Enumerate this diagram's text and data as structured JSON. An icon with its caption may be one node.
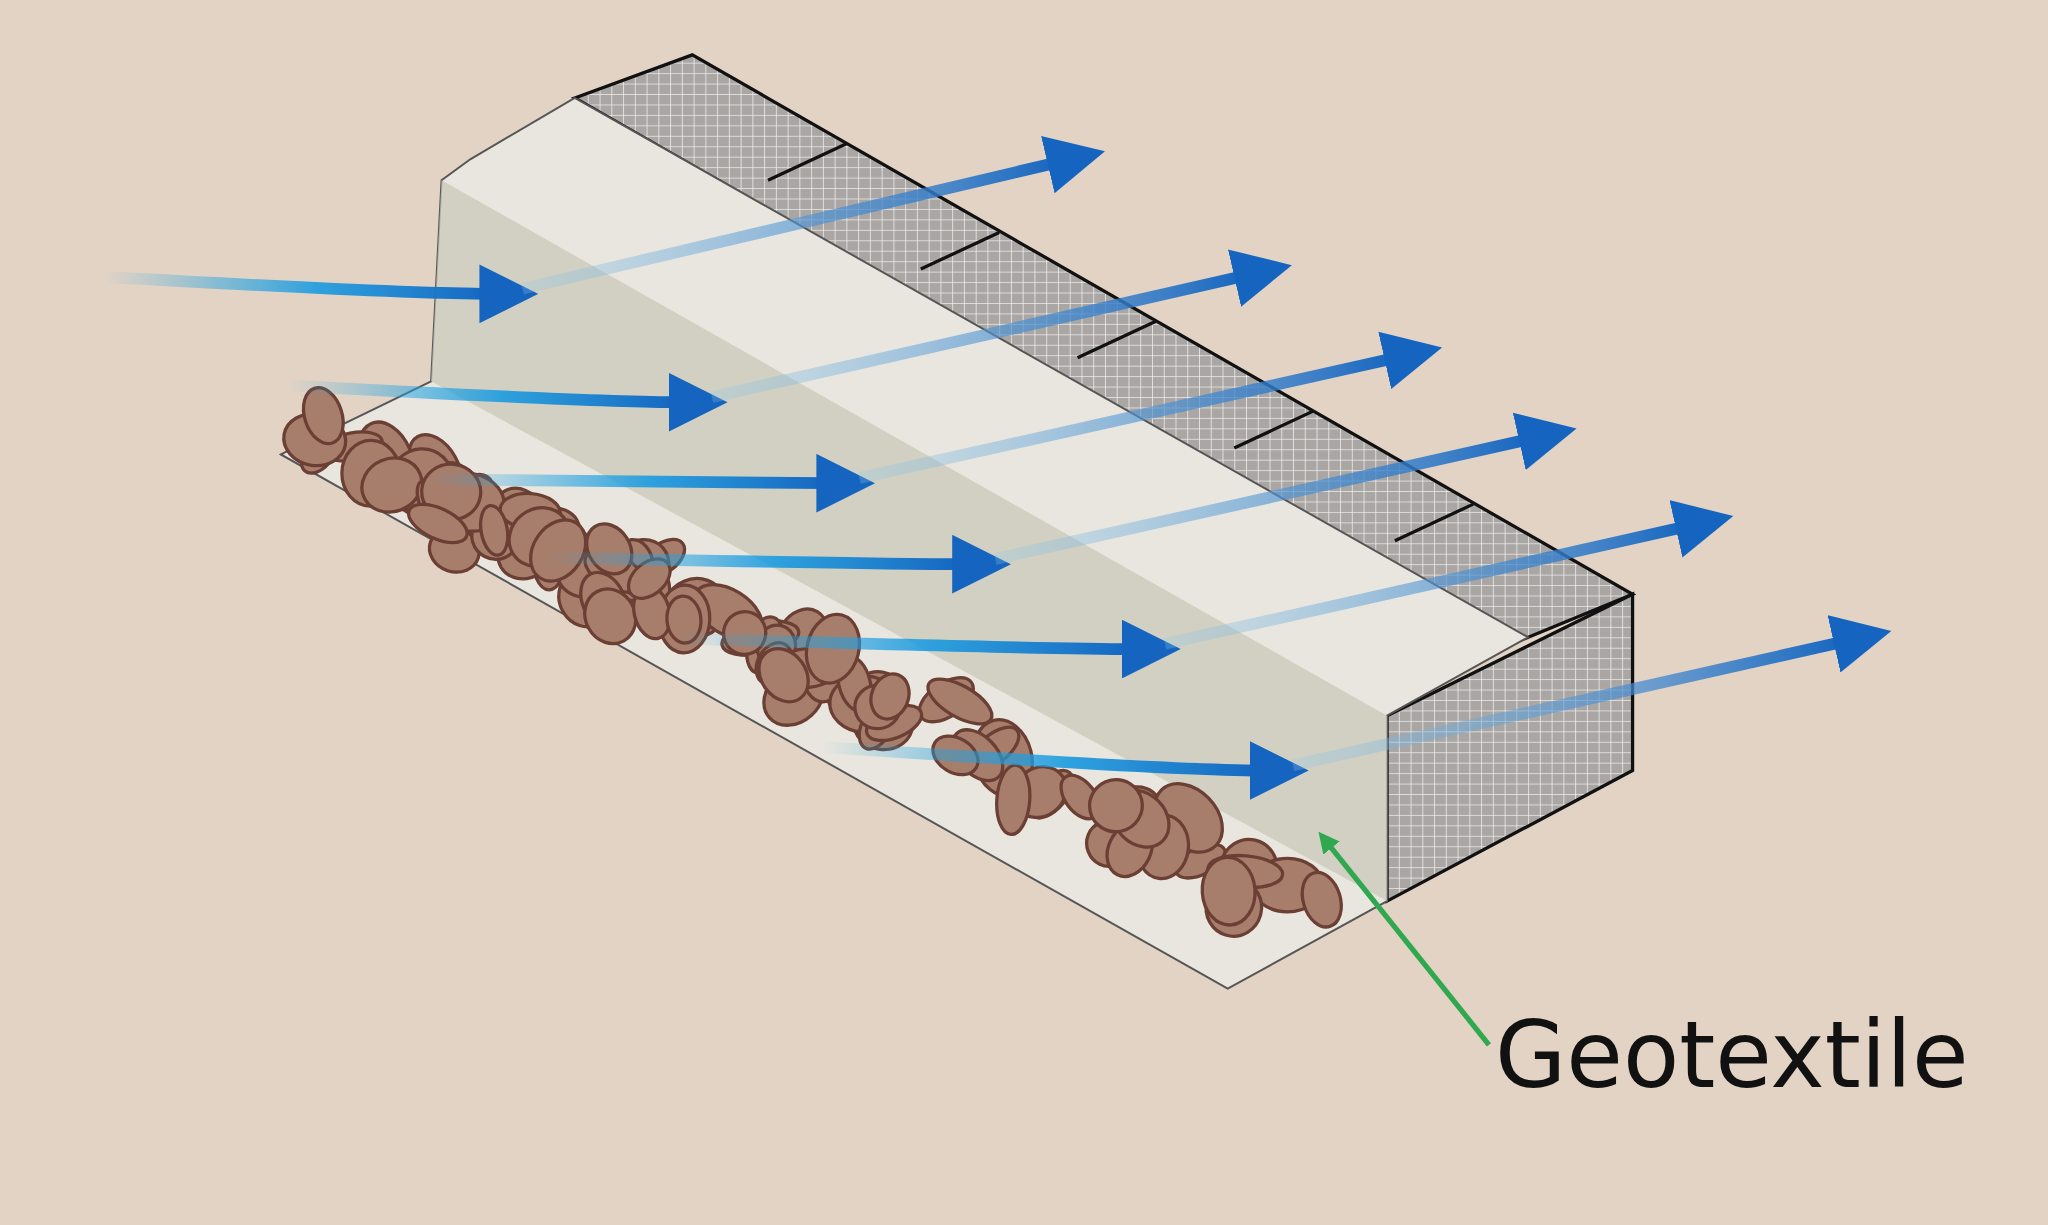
{
  "diagram": {
    "nodes": [
      {
        "text": [
          "Geotextile"
        ]
      },
      {
        "text": [],
        "shape": "box"
      }
    ],
    "edges": [
      {
        "from": 0,
        "to": 1,
        "arrow": "to",
        "color": "#2fa84f"
      }
    ]
  }
}
